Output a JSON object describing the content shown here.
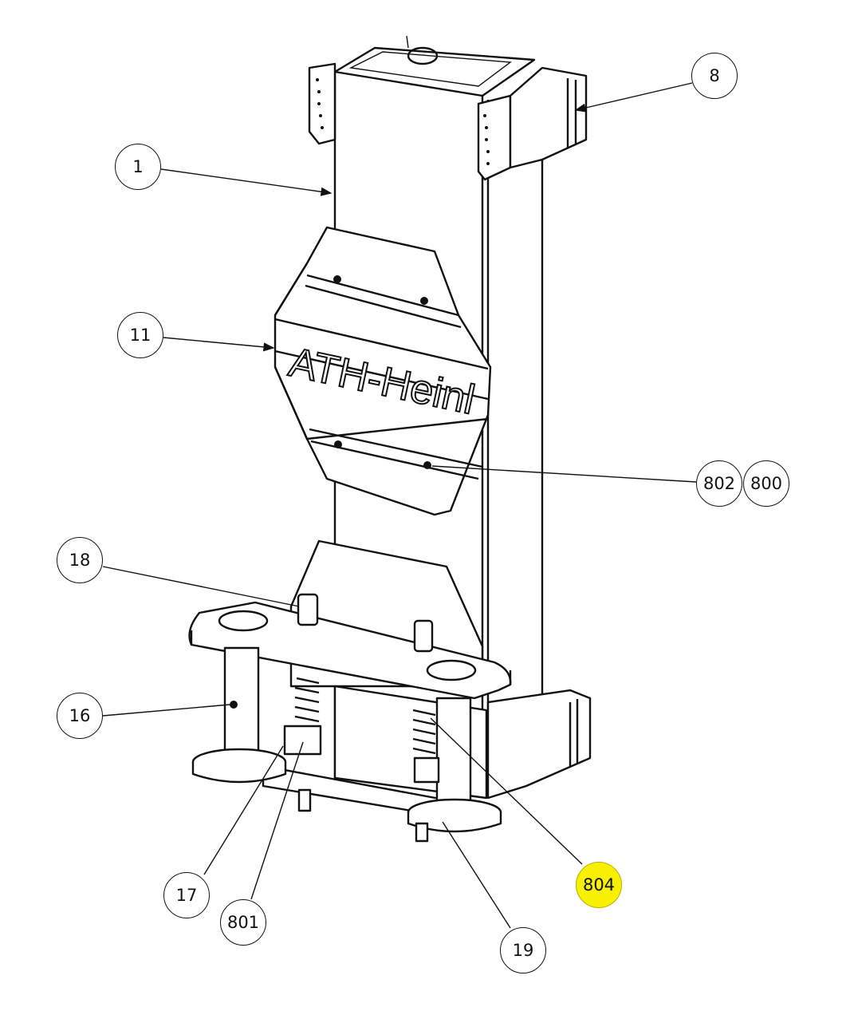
{
  "diagram": {
    "brand_logo": "ATH-Heinl",
    "highlight_color": "#f7f000",
    "callouts": [
      {
        "label": "1"
      },
      {
        "label": "8"
      },
      {
        "label": "11"
      },
      {
        "label": "802"
      },
      {
        "label": "800"
      },
      {
        "label": "18"
      },
      {
        "label": "16"
      },
      {
        "label": "17"
      },
      {
        "label": "801"
      },
      {
        "label": "19"
      },
      {
        "label": "804",
        "highlighted": true
      }
    ]
  }
}
